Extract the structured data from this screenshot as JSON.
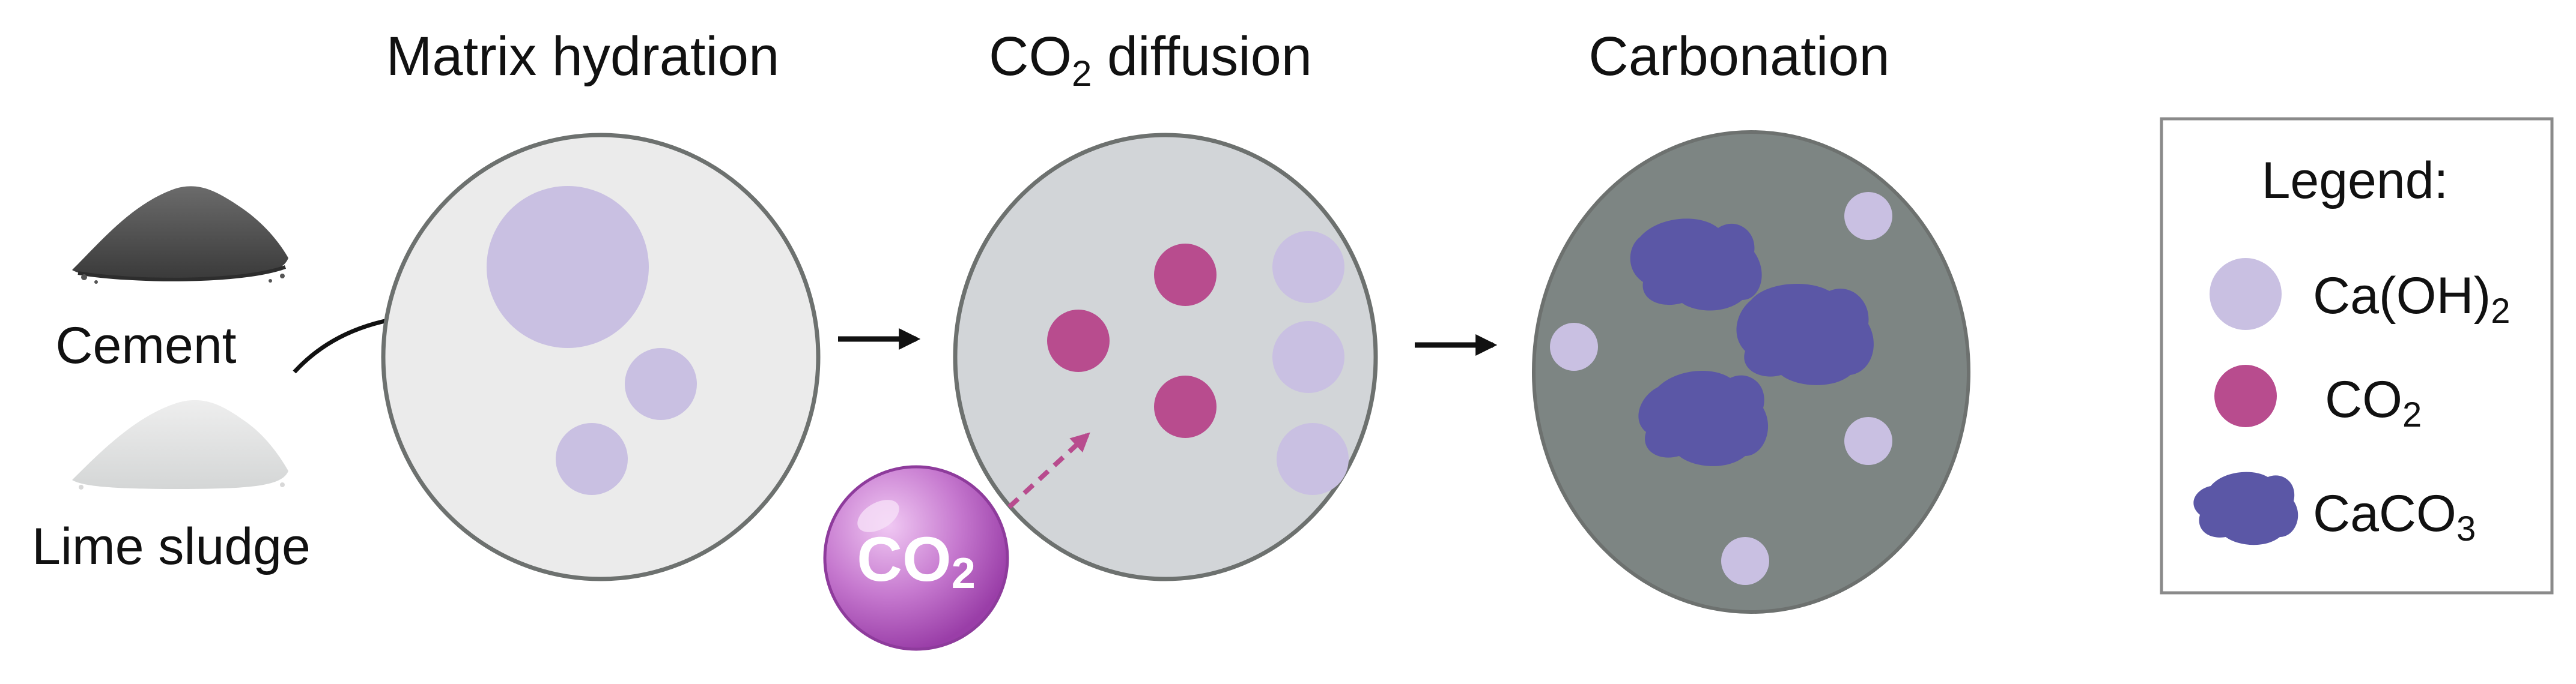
{
  "stages": [
    {
      "title": "Matrix hydration"
    },
    {
      "title_main": "CO",
      "title_sub": "2",
      "title_rest": " diffusion"
    },
    {
      "title": "Carbonation"
    }
  ],
  "materials": {
    "cement_label": "Cement",
    "lime_label": "Lime sludge"
  },
  "bubble": {
    "main": "CO",
    "sub": "2"
  },
  "legend": {
    "title": "Legend:",
    "items": [
      {
        "main": "Ca(OH)",
        "sub": "2",
        "icon": "calcium-hydroxide-particle-icon"
      },
      {
        "main": "CO",
        "sub": "2",
        "icon": "carbon-dioxide-particle-icon"
      },
      {
        "main": "CaCO",
        "sub": "3",
        "icon": "calcium-carbonate-crystal-icon"
      }
    ]
  },
  "colors": {
    "caoh2": "#c9c0e2",
    "co2": "#b84c8e",
    "caco3": "#5b57a6",
    "circle_light": "#ebebeb",
    "circle_mid": "#d2d5d8",
    "circle_dark": "#7d8583",
    "outline": "#6d716f",
    "bubble": "#c06dc9"
  }
}
